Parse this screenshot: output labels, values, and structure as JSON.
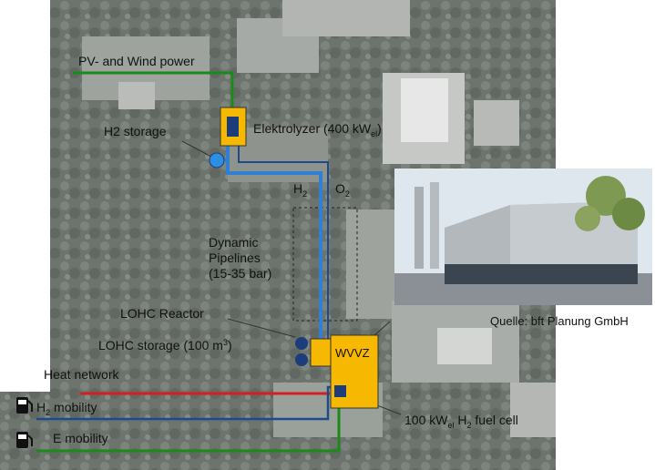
{
  "labels": {
    "pv_wind": "PV- and Wind power",
    "h2_storage": "H2 storage",
    "elektrolyzer_main": "Elektrolyzer (400 kW",
    "elektrolyzer_sub": "el",
    "elektrolyzer_end": ")",
    "h2_main": "H",
    "h2_sub": "2",
    "o2_main": "O",
    "o2_sub": "2",
    "dynamic_line1": "Dynamic",
    "dynamic_line2": "Pipelines",
    "dynamic_line3": "(15-35 bar)",
    "lohc_reactor": "LOHC Reactor",
    "lohc_storage_main": "LOHC storage (100 m",
    "lohc_storage_sup": "3",
    "lohc_storage_end": ")",
    "wvvz": "WVVZ",
    "heat_network": "Heat network",
    "h2_mobility_main": "H",
    "h2_mobility_sub": "2",
    "h2_mobility_end": " mobility",
    "e_mobility": "E mobility",
    "fuel_cell_p1": "100 kW",
    "fuel_cell_sub1": "el",
    "fuel_cell_p2": " H",
    "fuel_cell_sub2": "2",
    "fuel_cell_p3": " fuel cell",
    "photo_credit": "Quelle: bft Planung GmbH"
  },
  "colors": {
    "power_line": "#1a8a1a",
    "h2_line": "#2f7fd4",
    "o2_line": "#1c4a8a",
    "heat_line": "#d21f1f",
    "unit_fill": "#f6b800",
    "unit_inner": "#1c3d7a",
    "storage_tank": "#2e8fe0"
  }
}
